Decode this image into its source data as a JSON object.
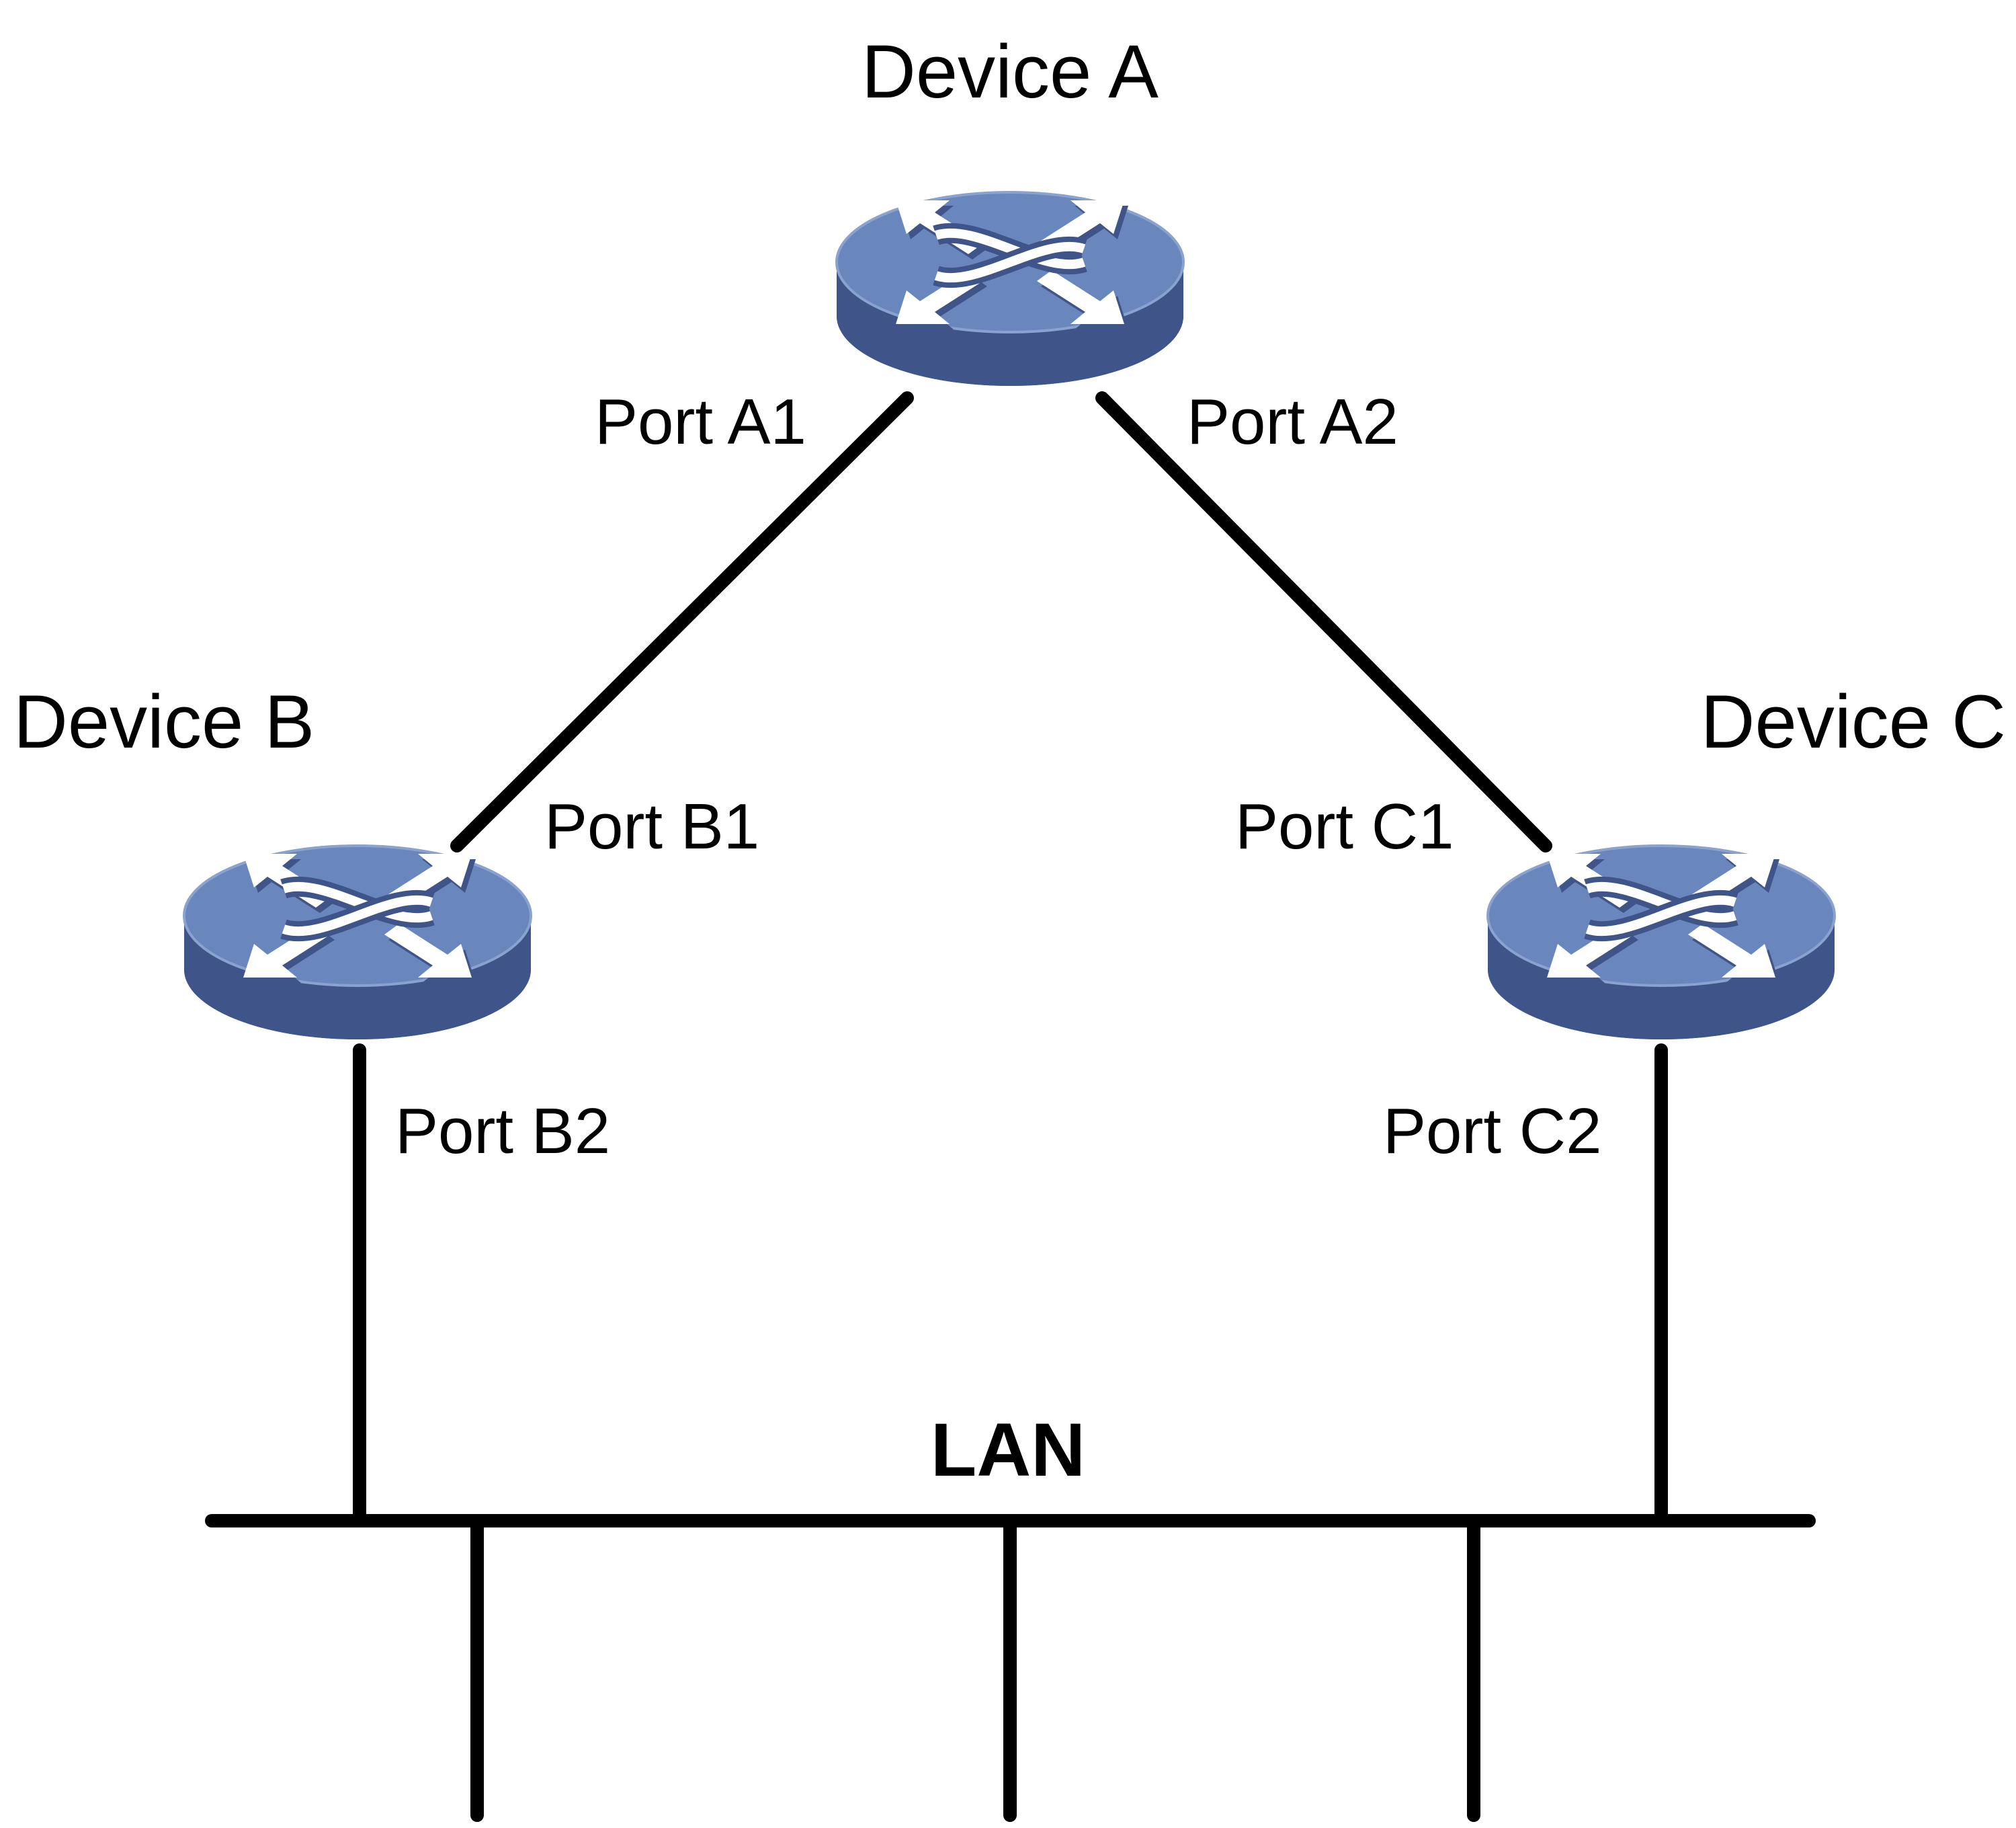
{
  "devices": [
    {
      "id": "a",
      "label": "Device A",
      "icon": "layer3-switch-icon"
    },
    {
      "id": "b",
      "label": "Device B",
      "icon": "layer3-switch-icon"
    },
    {
      "id": "c",
      "label": "Device C",
      "icon": "layer3-switch-icon"
    }
  ],
  "ports": {
    "a1": "Port A1",
    "a2": "Port A2",
    "b1": "Port B1",
    "b2": "Port B2",
    "c1": "Port C1",
    "c2": "Port C2"
  },
  "lan": {
    "label": "LAN"
  },
  "colors": {
    "switch_top": "#6a87bd",
    "switch_side": "#3f5489",
    "switch_edge": "#8aa2cf",
    "link": "#000000"
  }
}
